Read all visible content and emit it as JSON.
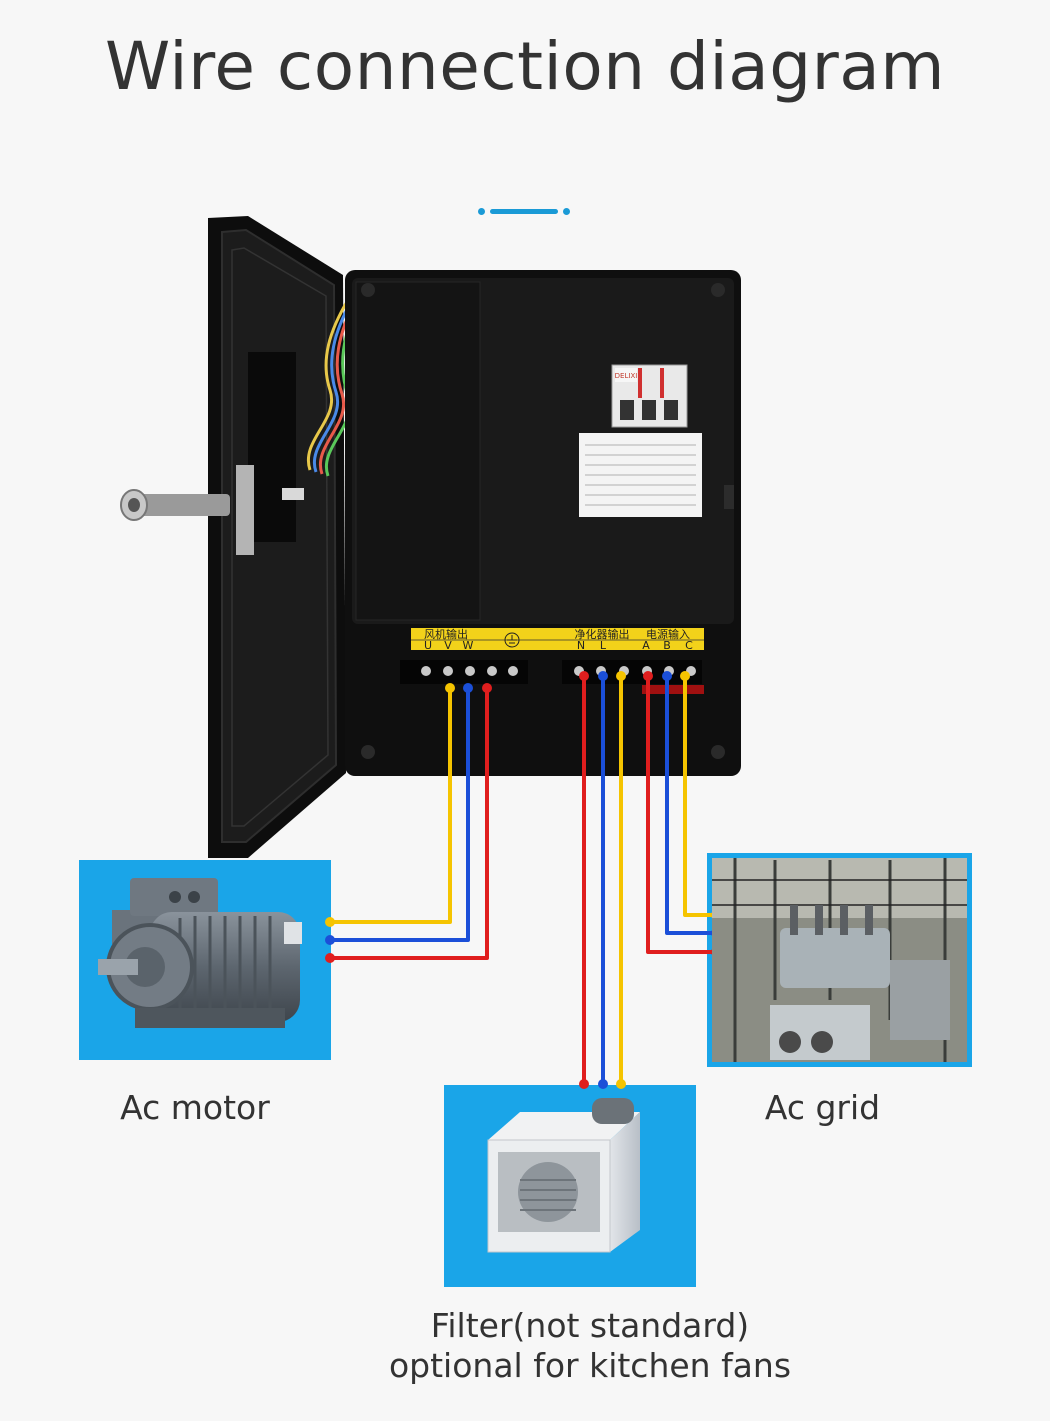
{
  "title": "Wire connection diagram",
  "colors": {
    "accent": "#1a9ad6",
    "panel_blue": "#1aa5e8",
    "wire_yellow": "#f5c400",
    "wire_blue": "#1b4fd8",
    "wire_red": "#e01e1e",
    "cabinet": "#111111",
    "terminal_strip": "#f2d21a"
  },
  "cabinet": {
    "breaker_brand": "DELIXI",
    "fan_output_label": "风机输出",
    "fan_terminals": [
      "U",
      "V",
      "W"
    ],
    "purifier_output_label": "净化器输出",
    "purifier_terminals": [
      "N",
      "L"
    ],
    "power_input_label": "电源输入",
    "power_terminals": [
      "A",
      "B",
      "C"
    ]
  },
  "captions": {
    "motor": "Ac motor",
    "grid": "Ac grid",
    "filter_line1": "Filter(not standard)",
    "filter_line2": "optional for kitchen fans"
  },
  "icons": {
    "motor": "ac-motor-image",
    "grid": "power-substation-image",
    "filter": "kitchen-fan-filter-image",
    "ground": "ground-symbol-icon"
  }
}
